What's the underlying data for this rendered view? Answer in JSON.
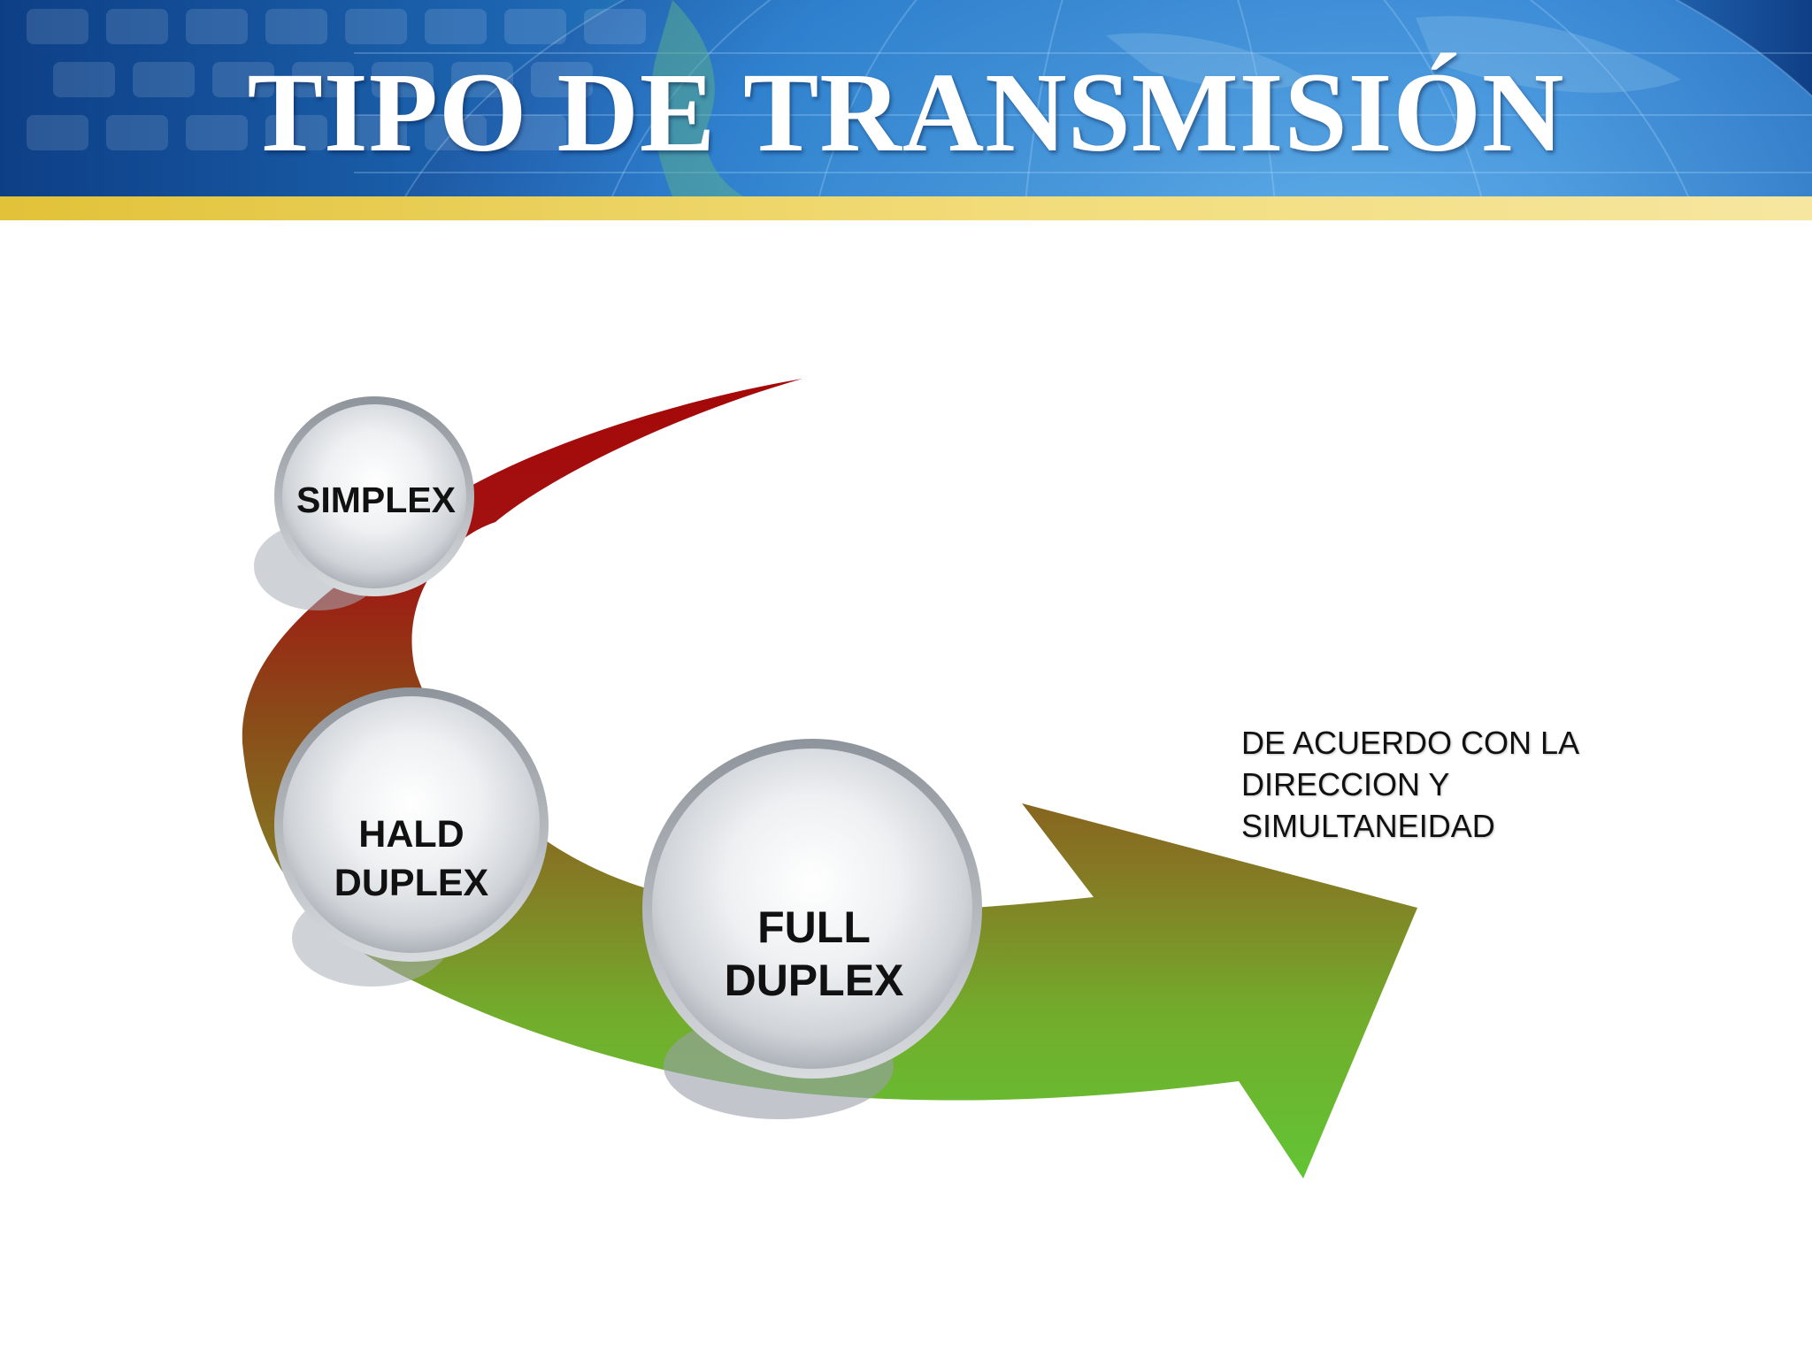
{
  "title": "TIPO DE TRANSMISIÓN",
  "nodes": [
    {
      "id": "simplex",
      "lines": [
        "SIMPLEX"
      ]
    },
    {
      "id": "half",
      "lines": [
        "HALD",
        "DUPLEX"
      ]
    },
    {
      "id": "full",
      "lines": [
        "FULL",
        "DUPLEX"
      ]
    }
  ],
  "note": {
    "lines": [
      "DE ACUERDO CON LA",
      "DIRECCION Y",
      "SIMULTANEIDAD"
    ]
  },
  "colors": {
    "arrow_start": "#a50808",
    "arrow_mid": "#8a4a18",
    "arrow_end": "#62c434",
    "banner_blue": "#1e5fa8",
    "gold": "#e1c238"
  }
}
